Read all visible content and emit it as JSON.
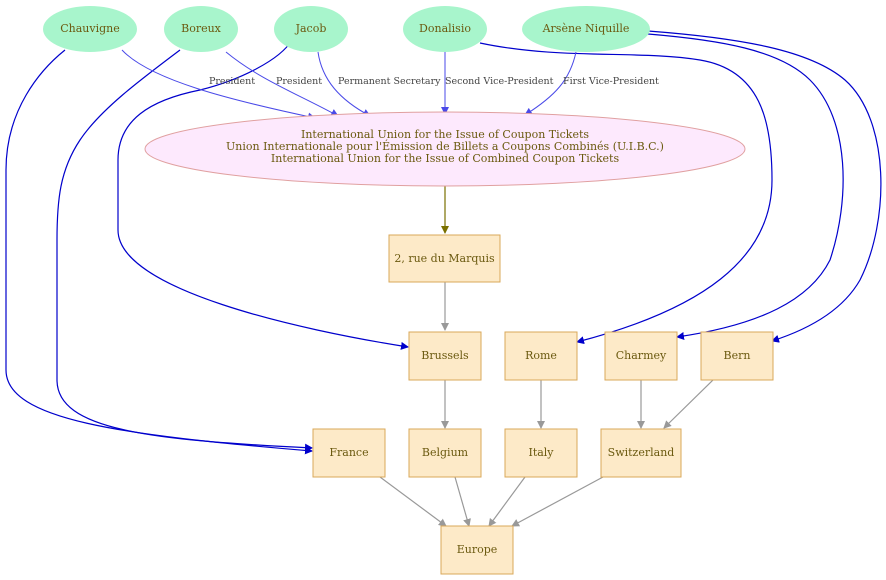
{
  "colors": {
    "person_fill": "#a8f5cc",
    "org_fill": "#fde9fd",
    "org_stroke": "#e0a0a0",
    "box_fill": "#fdeac8",
    "box_stroke": "#d9a85a",
    "role_edge": "#4a4ae8",
    "location_edge": "#0000cc",
    "hierarchy_edge": "#999999",
    "headquarters_edge": "#7a7000"
  },
  "people": {
    "chauvigne": "Chauvigne",
    "boreux": "Boreux",
    "jacob": "Jacob",
    "donalisio": "Donalisio",
    "niquille": "Arsène Niquille"
  },
  "organization": {
    "line1": "International Union for the Issue of Coupon Tickets",
    "line2": "Union Internationale pour l'Émission de Billets a Coupons Combinés (U.I.B.C.)",
    "line3": "International Union for the Issue of Combined Coupon Tickets"
  },
  "roles": {
    "chauvigne": "President",
    "boreux": "President",
    "jacob": "Permanent Secretary",
    "donalisio": "Second Vice-President",
    "niquille": "First Vice-President"
  },
  "places": {
    "address": "2, rue du Marquis",
    "brussels": "Brussels",
    "rome": "Rome",
    "charmey": "Charmey",
    "bern": "Bern",
    "france": "France",
    "belgium": "Belgium",
    "italy": "Italy",
    "switzerland": "Switzerland",
    "europe": "Europe"
  }
}
